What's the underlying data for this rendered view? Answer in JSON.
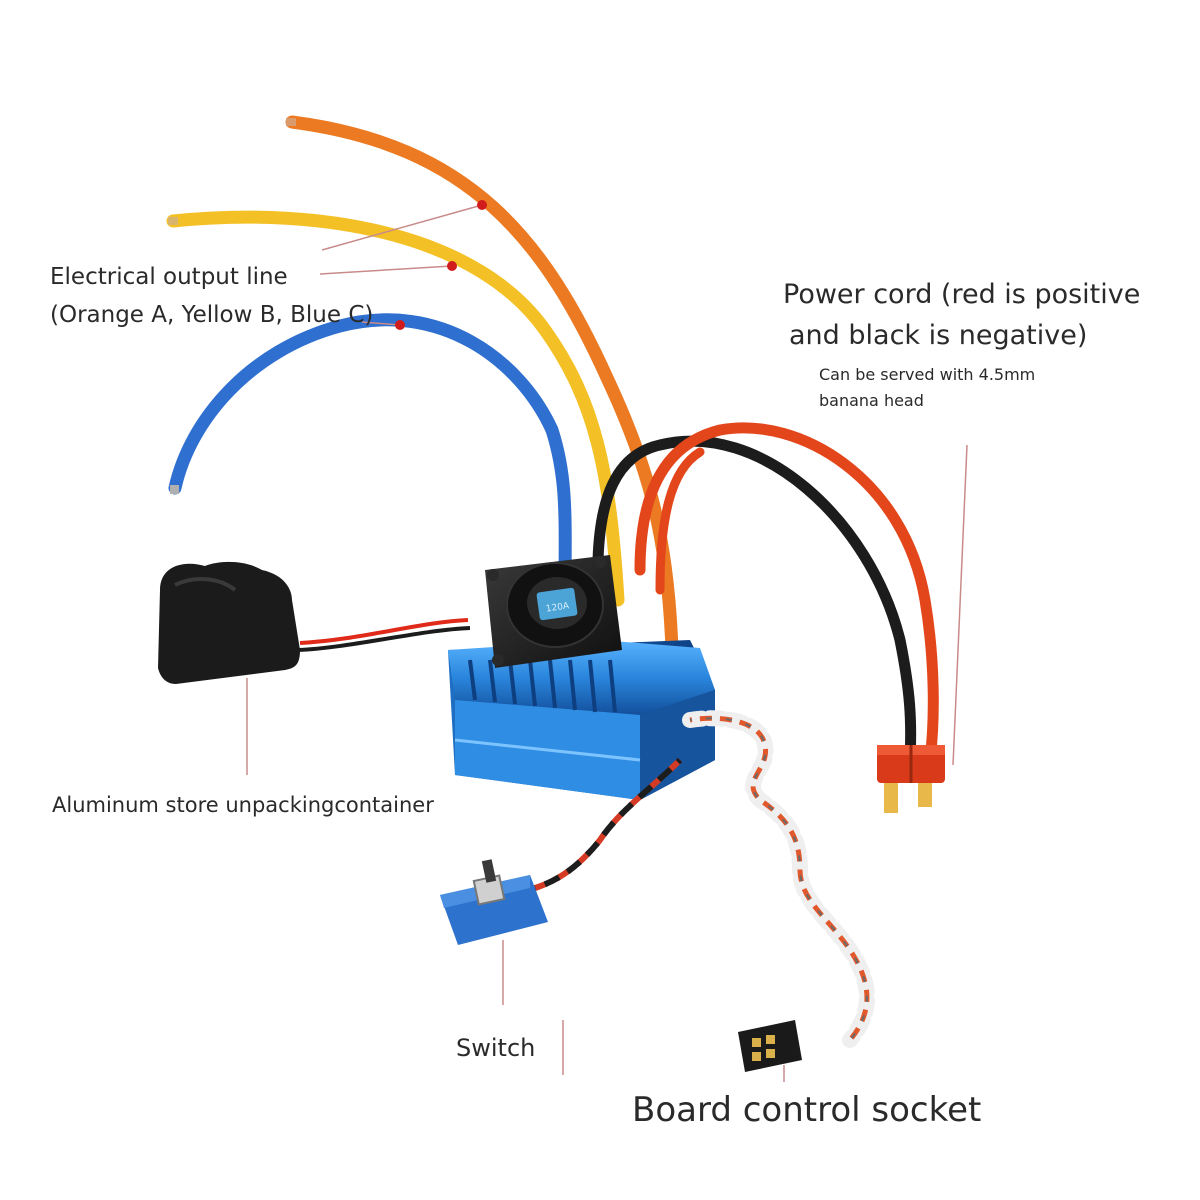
{
  "labels": {
    "output_line_1": "Electrical output line",
    "output_line_2": "(Orange A, Yellow B, Blue C)",
    "power_line_1": "Power cord (red is positive",
    "power_line_2": "and black is negative)",
    "power_note_1": "Can be served with 4.5mm",
    "power_note_2": "banana head",
    "aluminum": "Aluminum store unpackingcontainer",
    "switch": "Switch",
    "board": "Board control socket"
  },
  "product_marking": "120A",
  "colors": {
    "wire_orange": "#ec7a22",
    "wire_yellow": "#f3c126",
    "wire_blue": "#2f6fd0",
    "wire_red": "#e4461c",
    "wire_black": "#1c1c1c",
    "housing_blue": "#2b8be0",
    "leader_line": "#c98a8a",
    "leader_dot": "#d01c1c",
    "connector_red": "#d83a1a"
  },
  "icons": [
    "esc-body",
    "cooling-fan",
    "capacitor-block",
    "slide-switch",
    "servo-connector",
    "t-plug-connector"
  ]
}
